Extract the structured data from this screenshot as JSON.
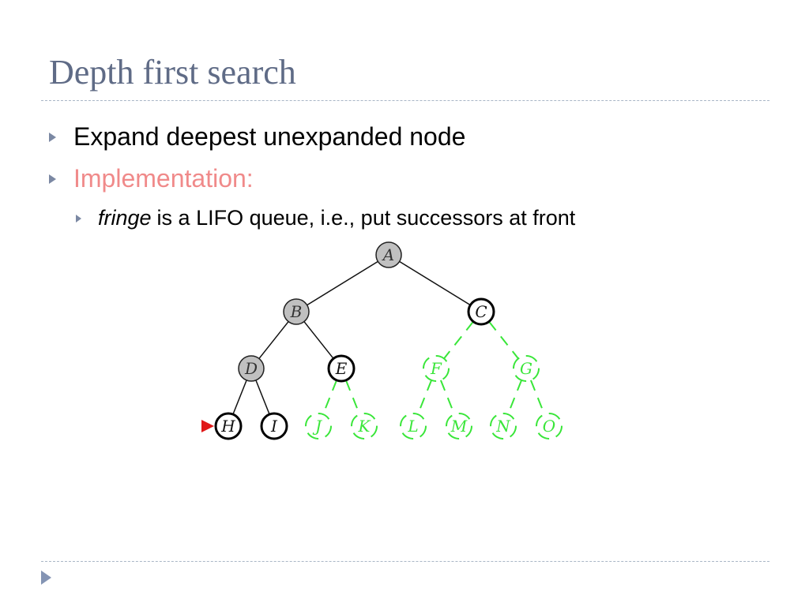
{
  "slide": {
    "title": "Depth first search",
    "bullets": [
      {
        "text": "Expand deepest unexpanded node"
      },
      {
        "text": "Implementation:"
      }
    ],
    "sub_bullet": {
      "emphasis": "fringe",
      "text": "is a LIFO queue, i.e., put successors at front"
    }
  },
  "colors": {
    "title": "#5f6b86",
    "implementation": "#f08a8a",
    "expanded_fill": "#c0c0c0",
    "unexplored": "#39e639",
    "marker": "#e01818"
  },
  "tree": {
    "nodes": [
      {
        "id": "A",
        "state": "expanded"
      },
      {
        "id": "B",
        "state": "expanded"
      },
      {
        "id": "C",
        "state": "fringe"
      },
      {
        "id": "D",
        "state": "expanded"
      },
      {
        "id": "E",
        "state": "fringe"
      },
      {
        "id": "F",
        "state": "unexplored"
      },
      {
        "id": "G",
        "state": "unexplored"
      },
      {
        "id": "H",
        "state": "fringe"
      },
      {
        "id": "I",
        "state": "fringe"
      },
      {
        "id": "J",
        "state": "unexplored"
      },
      {
        "id": "K",
        "state": "unexplored"
      },
      {
        "id": "L",
        "state": "unexplored"
      },
      {
        "id": "M",
        "state": "unexplored"
      },
      {
        "id": "N",
        "state": "unexplored"
      },
      {
        "id": "O",
        "state": "unexplored"
      }
    ],
    "edges": [
      [
        "A",
        "B"
      ],
      [
        "A",
        "C"
      ],
      [
        "B",
        "D"
      ],
      [
        "B",
        "E"
      ],
      [
        "C",
        "F"
      ],
      [
        "C",
        "G"
      ],
      [
        "D",
        "H"
      ],
      [
        "D",
        "I"
      ],
      [
        "E",
        "J"
      ],
      [
        "E",
        "K"
      ],
      [
        "F",
        "L"
      ],
      [
        "F",
        "M"
      ],
      [
        "G",
        "N"
      ],
      [
        "G",
        "O"
      ]
    ],
    "current": "H"
  }
}
